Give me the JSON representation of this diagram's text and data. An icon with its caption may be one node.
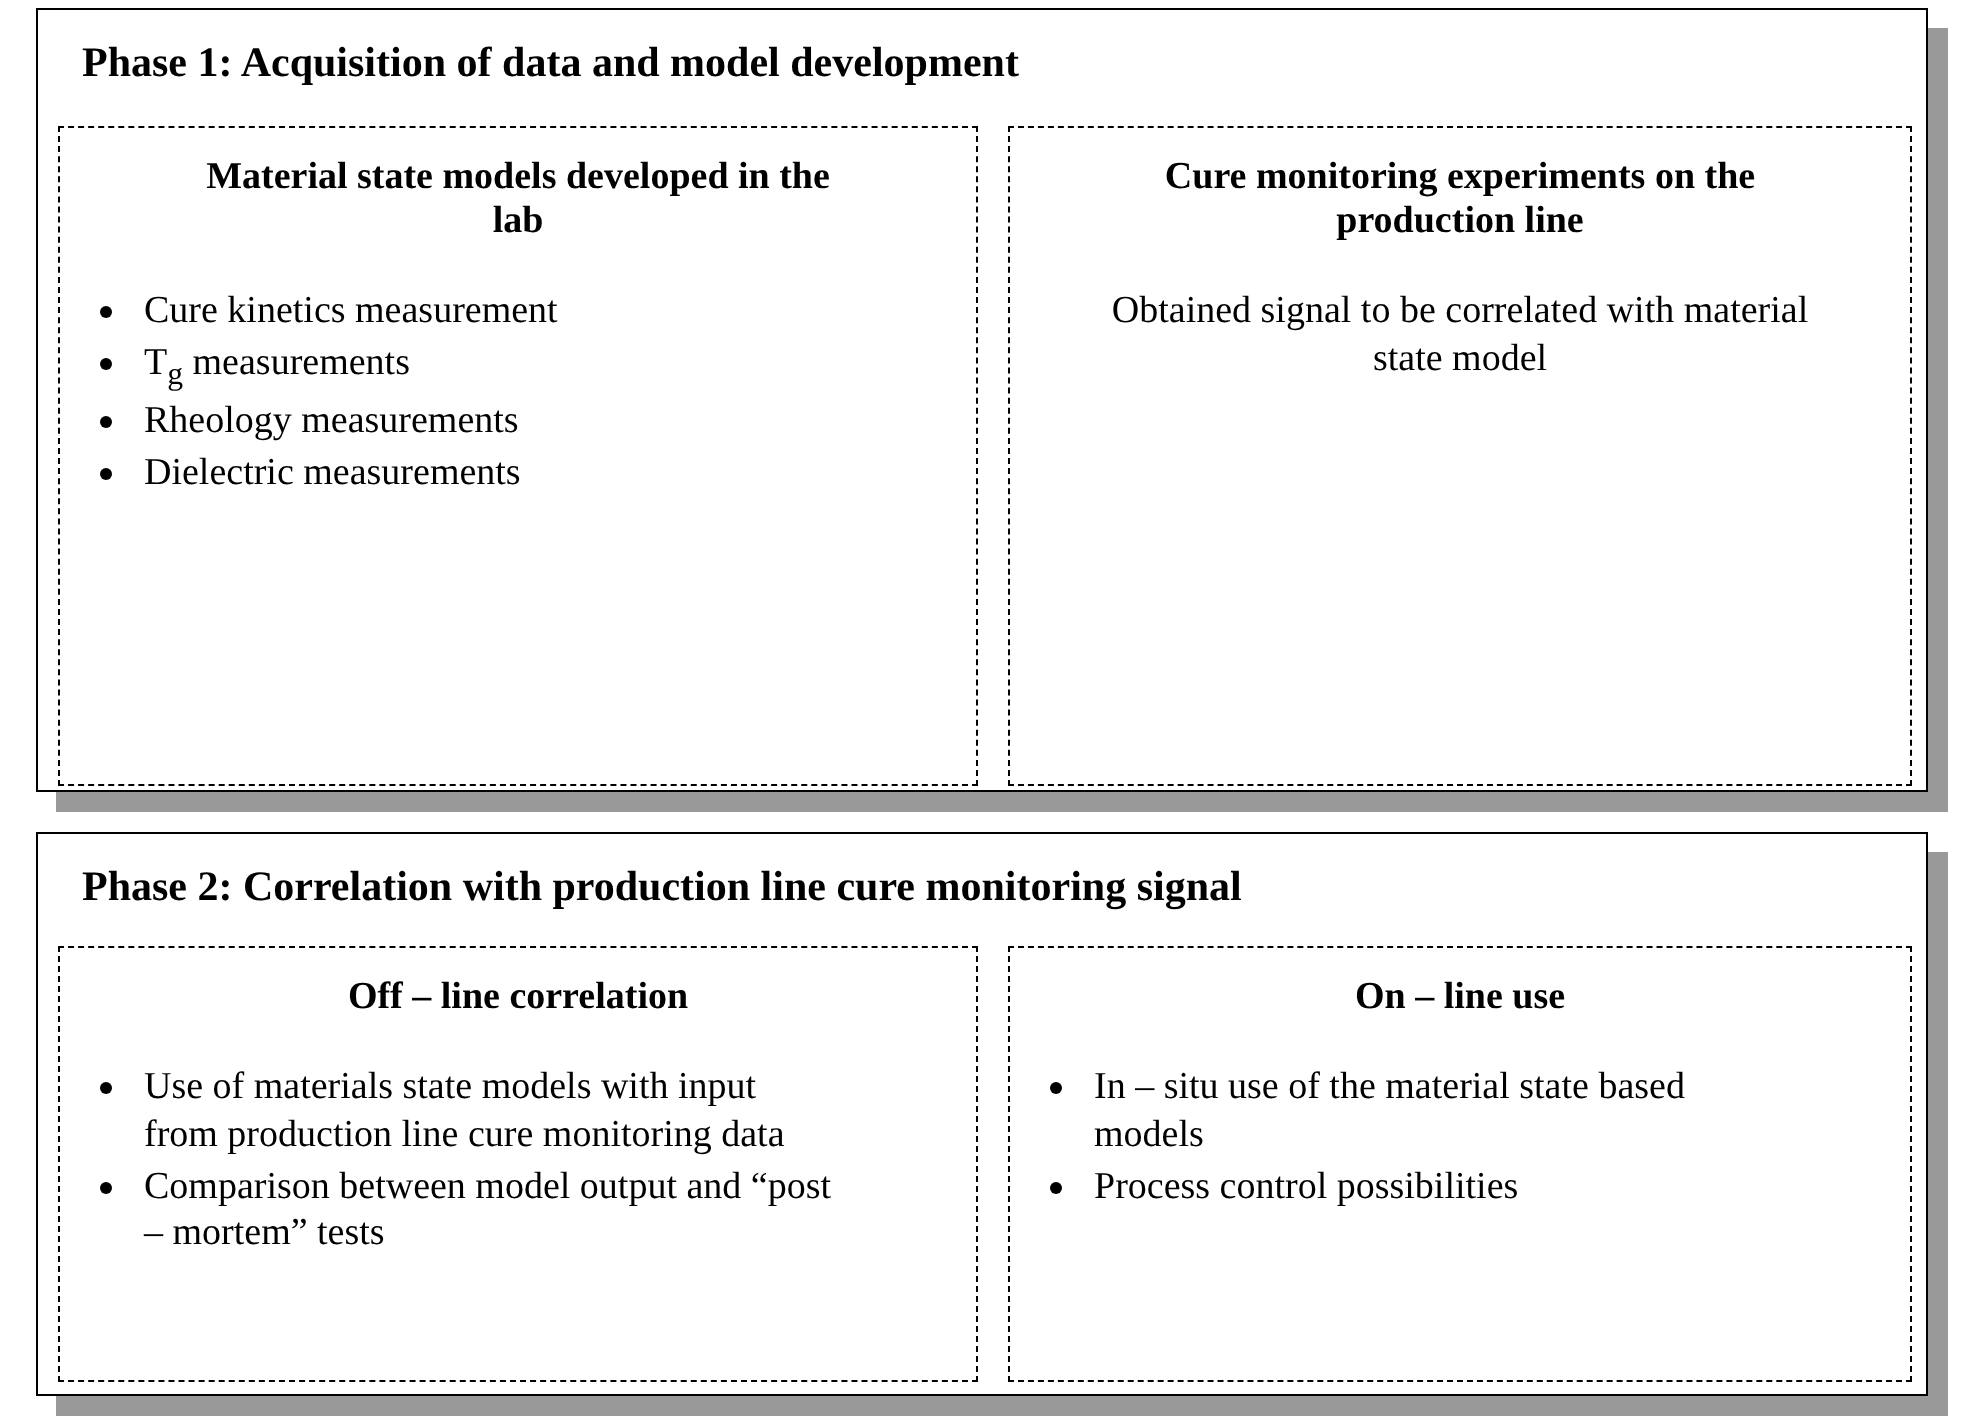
{
  "diagram": {
    "nodes": [
      {
        "text": [
          "Phase 1: Acquisition of data and model development"
        ]
      },
      {
        "text": [
          "Material state models developed in the lab",
          "Cure kinetics measurement",
          "T$_{g}$ measurements",
          "Rheology measurements",
          "Dielectric measurements"
        ],
        "in": 0
      },
      {
        "text": [
          "Cure monitoring experiments on the production line",
          "Obtained signal to be correlated with material state model"
        ],
        "in": 0
      },
      {
        "text": [
          "Phase 2: Correlation with production line cure monitoring signal"
        ]
      },
      {
        "text": [
          "Off – line correlation",
          "Use of materials state models with input from production line cure monitoring data",
          "Comparison between model output and “post – mortem” tests"
        ],
        "in": 3
      },
      {
        "text": [
          "On – line use",
          "In – situ use of the material state based models",
          "Process control possibilities"
        ],
        "in": 3
      }
    ]
  }
}
